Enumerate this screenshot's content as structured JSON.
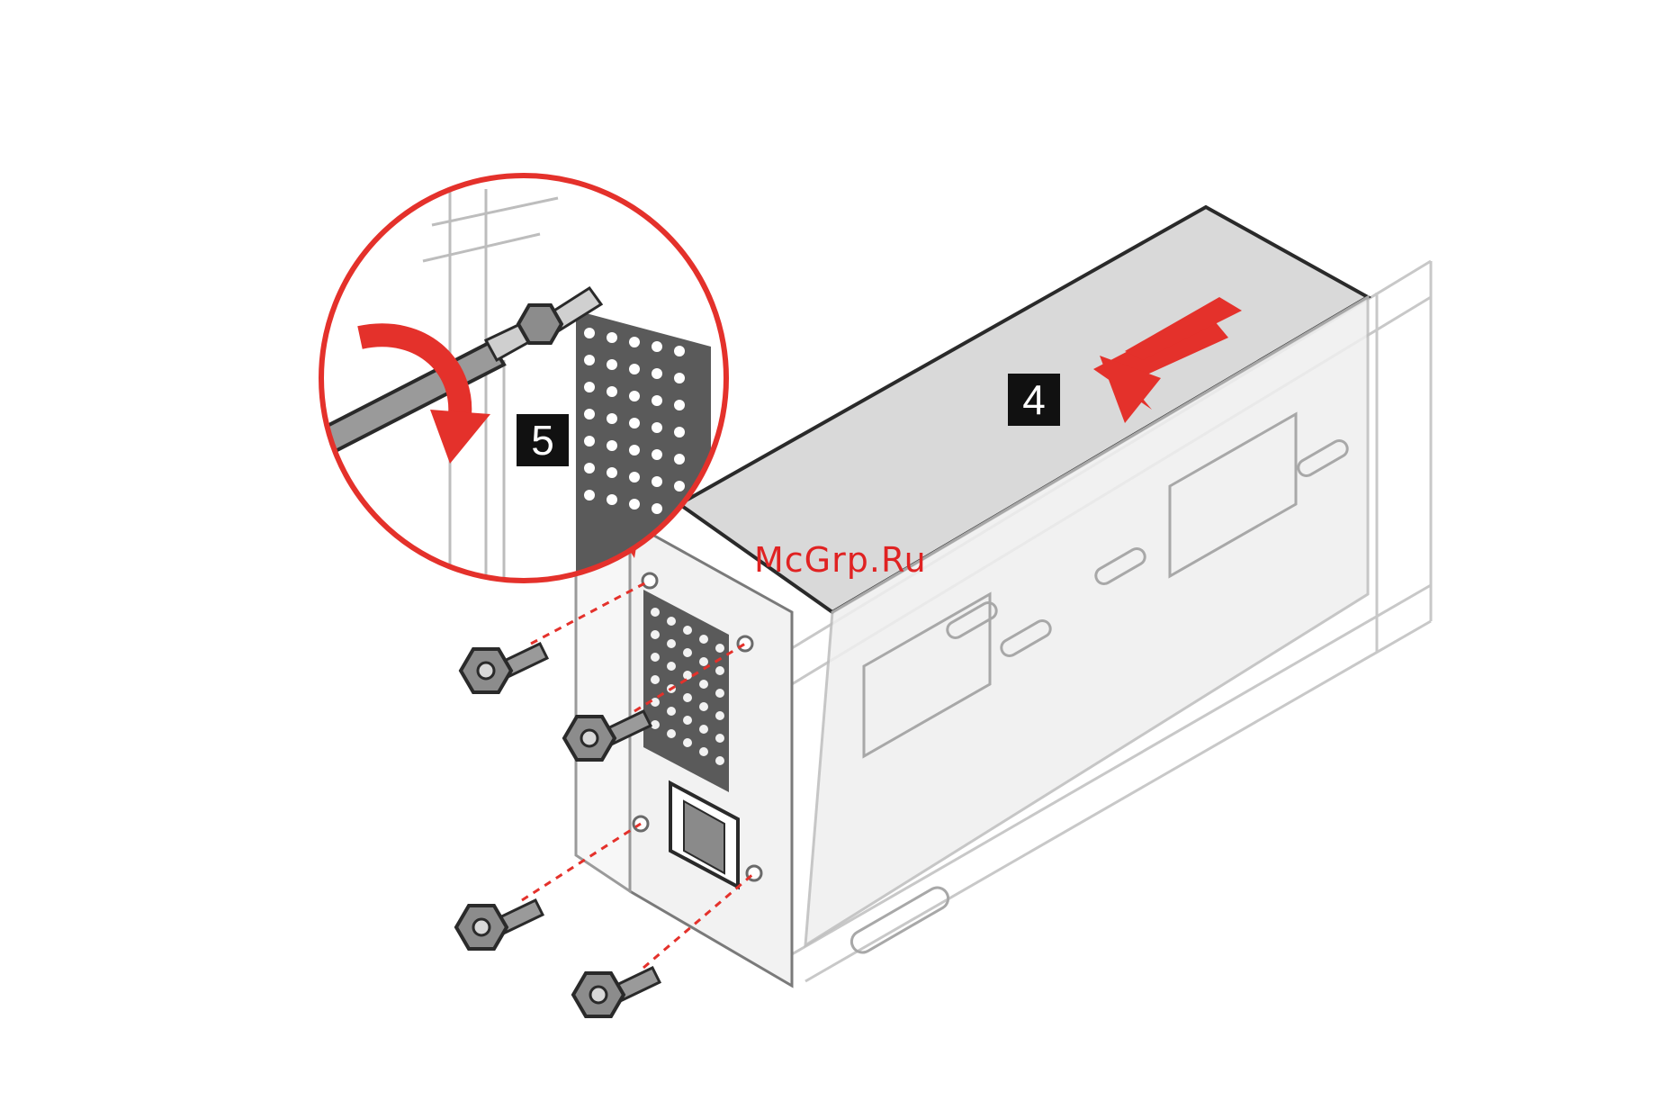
{
  "steps": {
    "step_4": "4",
    "step_5": "5"
  },
  "watermark": {
    "text": "McGrp.Ru"
  },
  "colors": {
    "accent_red": "#e4312b",
    "outline": "#6a6a6a",
    "panel": "#ededed",
    "top_face": "#d9d9d9",
    "screw": "#8c8c8c"
  },
  "icons": [
    "screwdriver-icon",
    "rotate-arrow-icon",
    "slide-arrow-icon",
    "screw-icon"
  ]
}
